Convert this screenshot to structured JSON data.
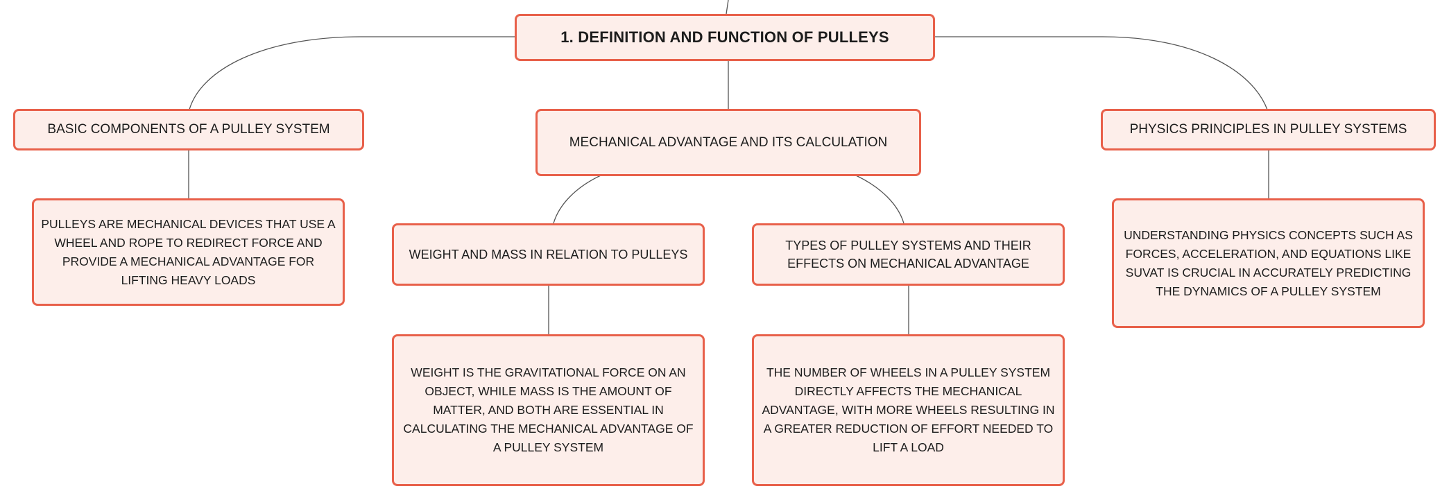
{
  "colors": {
    "node_fill": "#fdeeea",
    "node_border": "#e8604a",
    "connector": "#555555",
    "text": "#1c1c1c"
  },
  "root": {
    "label": "1. DEFINITION AND FUNCTION OF PULLEYS"
  },
  "topics": {
    "basic_components": {
      "label": "BASIC COMPONENTS OF A PULLEY SYSTEM"
    },
    "mechanical_advantage": {
      "label": "MECHANICAL ADVANTAGE AND ITS CALCULATION"
    },
    "physics_principles": {
      "label": "PHYSICS PRINCIPLES IN PULLEY SYSTEMS"
    }
  },
  "subtopics": {
    "weight_mass": {
      "label": "WEIGHT AND MASS IN RELATION TO PULLEYS"
    },
    "types_systems": {
      "label": "TYPES OF PULLEY SYSTEMS AND THEIR EFFECTS ON MECHANICAL ADVANTAGE"
    }
  },
  "details": {
    "pulley_definition": {
      "text": "PULLEYS ARE MECHANICAL DEVICES THAT USE A WHEEL AND ROPE TO REDIRECT FORCE AND PROVIDE A MECHANICAL ADVANTAGE FOR LIFTING HEAVY LOADS"
    },
    "weight_vs_mass": {
      "text": "WEIGHT IS THE GRAVITATIONAL FORCE ON AN OBJECT, WHILE MASS IS THE AMOUNT OF MATTER, AND BOTH ARE ESSENTIAL IN CALCULATING THE MECHANICAL ADVANTAGE OF A PULLEY SYSTEM"
    },
    "wheels_effect": {
      "text": "THE NUMBER OF WHEELS IN A PULLEY SYSTEM DIRECTLY AFFECTS THE MECHANICAL ADVANTAGE, WITH MORE WHEELS RESULTING IN A GREATER REDUCTION OF EFFORT NEEDED TO LIFT A LOAD"
    },
    "physics_concepts": {
      "text": "UNDERSTANDING PHYSICS CONCEPTS SUCH AS FORCES, ACCELERATION, AND EQUATIONS LIKE SUVAT IS CRUCIAL IN ACCURATELY PREDICTING THE DYNAMICS OF A PULLEY SYSTEM"
    }
  }
}
